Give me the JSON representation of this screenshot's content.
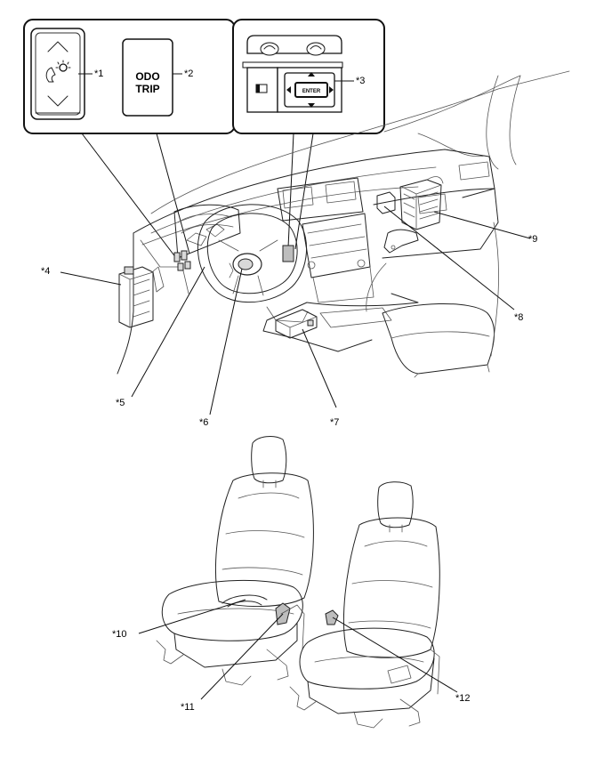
{
  "insets": {
    "odo_label_line1": "ODO",
    "odo_label_line2": "TRIP",
    "enter_label": "ENTER"
  },
  "callouts": [
    {
      "id": "1",
      "text": "*1"
    },
    {
      "id": "2",
      "text": "*2"
    },
    {
      "id": "3",
      "text": "*3"
    },
    {
      "id": "4",
      "text": "*4"
    },
    {
      "id": "5",
      "text": "*5"
    },
    {
      "id": "6",
      "text": "*6"
    },
    {
      "id": "7",
      "text": "*7"
    },
    {
      "id": "8",
      "text": "*8"
    },
    {
      "id": "9",
      "text": "*9"
    },
    {
      "id": "10",
      "text": "*10"
    },
    {
      "id": "11",
      "text": "*11"
    },
    {
      "id": "12",
      "text": "*12"
    }
  ]
}
